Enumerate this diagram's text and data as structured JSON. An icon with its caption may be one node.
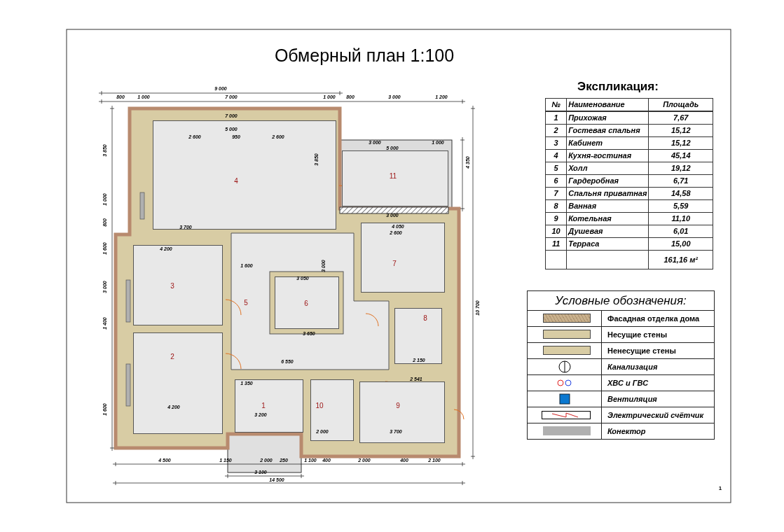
{
  "diagram": {
    "title": "Обмерный план 1:100",
    "nodes": [
      {
        "text": [
          "4"
        ]
      },
      {
        "text": [
          "11"
        ]
      },
      {
        "text": [
          "3"
        ]
      },
      {
        "text": [
          "7"
        ]
      },
      {
        "text": [
          "5"
        ]
      },
      {
        "text": [
          "6"
        ]
      },
      {
        "text": [
          "8"
        ]
      },
      {
        "text": [
          "2"
        ]
      },
      {
        "text": [
          "1"
        ]
      },
      {
        "text": [
          "10"
        ]
      },
      {
        "text": [
          "9"
        ]
      }
    ],
    "labels": [
      "Экспликация:",
      "№",
      "Наименование",
      "Площадь",
      "1",
      "Прихожая",
      "7,67",
      "2",
      "Гостевая спальня",
      "15,12",
      "3",
      "Кабинет",
      "15,12",
      "4",
      "Кухня-гостиная",
      "45,14",
      "5",
      "Холл",
      "19,12",
      "6",
      "Гардеробная",
      "6,71",
      "7",
      "Спальня приватная",
      "14,58",
      "8",
      "Ванная",
      "5,59",
      "9",
      "Котельная",
      "11,10",
      "10",
      "Душевая",
      "6,01",
      "11",
      "Терраса",
      "15,00",
      "161,16 м²",
      "Условные обозначения:",
      "9 000",
      "800",
      "1 000",
      "7 000",
      "1 000",
      "800",
      "3 000",
      "1 200",
      "7 000",
      "5 000",
      "2 600",
      "950",
      "2 600",
      "3 000",
      "1 000",
      "5 000",
      "3 850",
      "4 350",
      "3 850",
      "1 000",
      "800",
      "3 700",
      "3 000",
      "4 050",
      "2 600",
      "1 600",
      "4 200",
      "1 600",
      "3 050",
      "3 000",
      "10 700",
      "1 400",
      "3 650",
      "2 150",
      "3 000",
      "6 550",
      "1 350",
      "2 541",
      "1 600",
      "3 200",
      "2 000",
      "3 700",
      "4 200",
      "4 500",
      "1 150",
      "2 000",
      "250",
      "1 100",
      "400",
      "2 000",
      "400",
      "2 100",
      "3 100",
      "14 500",
      "1"
    ],
    "legend": [
      {
        "text": "Фасадная отделка дома",
        "color": "#c8b08c"
      },
      {
        "text": "Несущие стены",
        "color": "#d8cca4"
      },
      {
        "text": "Ненесущие стены",
        "color": "#d8cca4"
      },
      {
        "text": "Канализация"
      },
      {
        "text": "ХВС и ГВС"
      },
      {
        "text": "Вентиляция"
      },
      {
        "text": "Электрический счётчик"
      },
      {
        "text": "Конектор",
        "color": "#b0b0b0"
      }
    ]
  }
}
